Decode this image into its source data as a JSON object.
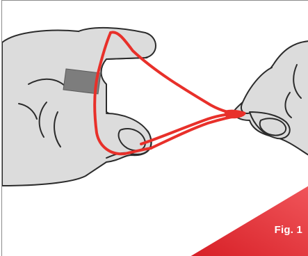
{
  "figure": {
    "label": "Fig. 1"
  },
  "colors": {
    "hand_fill": "#dcdcdc",
    "outline": "#2b2b2b",
    "band": "#e8302a",
    "bandage": "#7d7d7d",
    "corner_dark": "#d71f26",
    "corner_light": "#f0555a",
    "border": "#8a8a8a"
  },
  "icons": {
    "left_hand": "left-hand-illustration",
    "right_hand": "right-hand-illustration",
    "band": "red-elastic-band",
    "bandage": "finger-bandage"
  }
}
